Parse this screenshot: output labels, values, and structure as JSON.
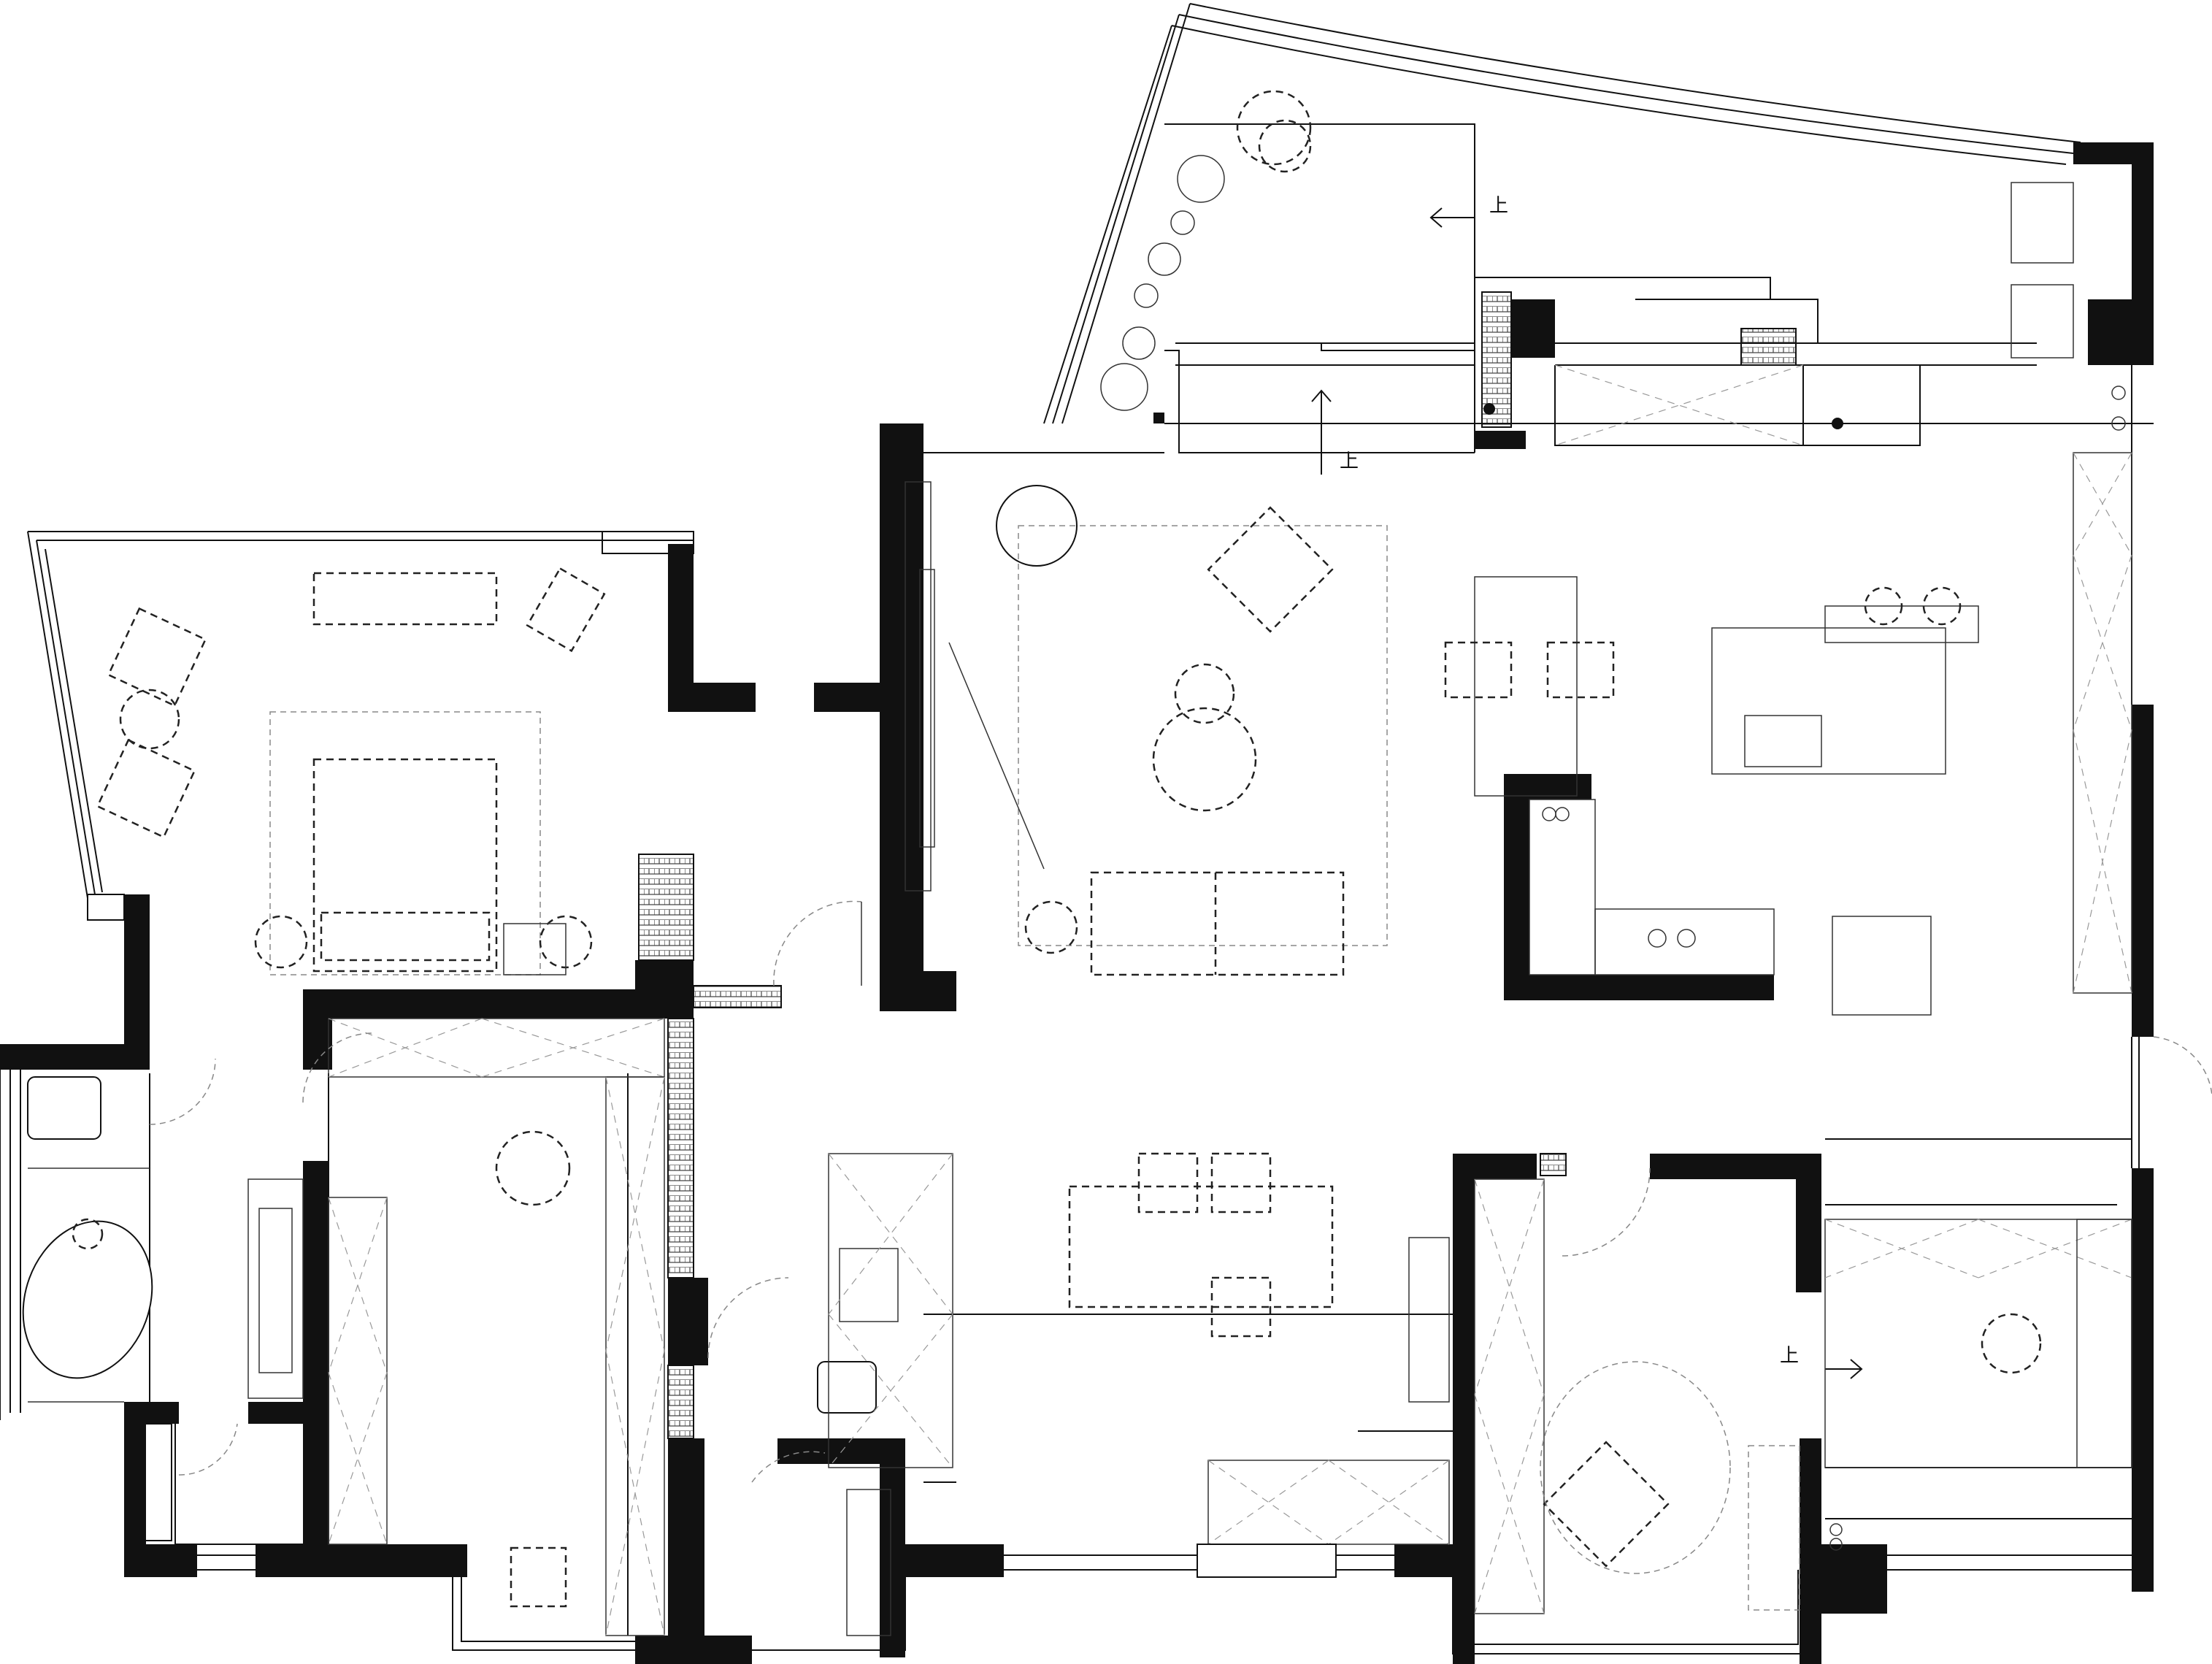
{
  "annotations": {
    "stair_up_north_terrace": "上",
    "stair_up_living_entry": "上",
    "stair_up_east_bedroom": "上"
  },
  "colors": {
    "wall": "#111111",
    "line": "#111111",
    "furniture_dash": "#222222",
    "background": "#ffffff"
  }
}
